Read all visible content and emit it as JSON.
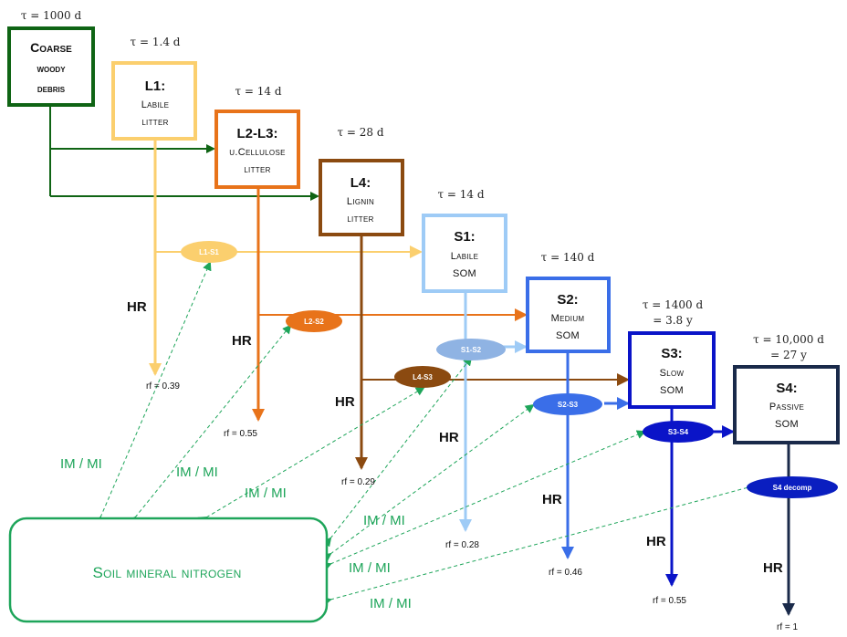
{
  "colors": {
    "cwd": "#0f6414",
    "l1": "#fbcf6e",
    "l2": "#e8731a",
    "l4": "#8b4a10",
    "s1": "#9ecbf6",
    "s1s2": "#8fb3e3",
    "s2": "#3a6ee8",
    "s3": "#0a14c8",
    "s4": "#1a2a4a",
    "s4decomp": "#0a1ec0",
    "nitrogen": "#1ea55a"
  },
  "pools": {
    "cwd": {
      "tau": "τ = 1000 d",
      "title": "Coarse",
      "line2": "woody",
      "line3": "debris"
    },
    "l1": {
      "tau": "τ = 1.4 d",
      "title": "L1:",
      "line2": "Labile",
      "line3": "litter"
    },
    "l2l3": {
      "tau": "τ = 14 d",
      "title": "L2-L3:",
      "line2": "u.Cellulose",
      "line3": "litter"
    },
    "l4": {
      "tau": "τ = 28 d",
      "title": "L4:",
      "line2": "Lignin",
      "line3": "litter"
    },
    "s1": {
      "tau": "τ = 14 d",
      "title": "S1:",
      "line2": "Labile",
      "line3": "SOM"
    },
    "s2": {
      "tau": "τ = 140 d",
      "title": "S2:",
      "line2": "Medium",
      "line3": "SOM"
    },
    "s3": {
      "tau": "τ = 1400 d",
      "tau2": "= 3.8 y",
      "title": "S3:",
      "line2": "Slow",
      "line3": "SOM"
    },
    "s4": {
      "tau": "τ = 10,000 d",
      "tau2": "= 27 y",
      "title": "S4:",
      "line2": "Passive",
      "line3": "SOM"
    }
  },
  "transfers": {
    "l1s1": "L1-S1",
    "l2s2": "L2-S2",
    "l4s3": "L4-S3",
    "s1s2": "S1-S2",
    "s2s3": "S2-S3",
    "s3s4": "S3-S4",
    "s4decomp": "S4 decomp"
  },
  "respiration": {
    "label": "HR",
    "rf_l1": "rf = 0.39",
    "rf_l2": "rf = 0.55",
    "rf_l4": "rf = 0.29",
    "rf_s1": "rf = 0.28",
    "rf_s2": "rf = 0.46",
    "rf_s3": "rf = 0.55",
    "rf_s4": "rf = 1"
  },
  "nitrogen": {
    "label": "Soil mineral nitrogen",
    "flux_label": "IM / MI"
  }
}
